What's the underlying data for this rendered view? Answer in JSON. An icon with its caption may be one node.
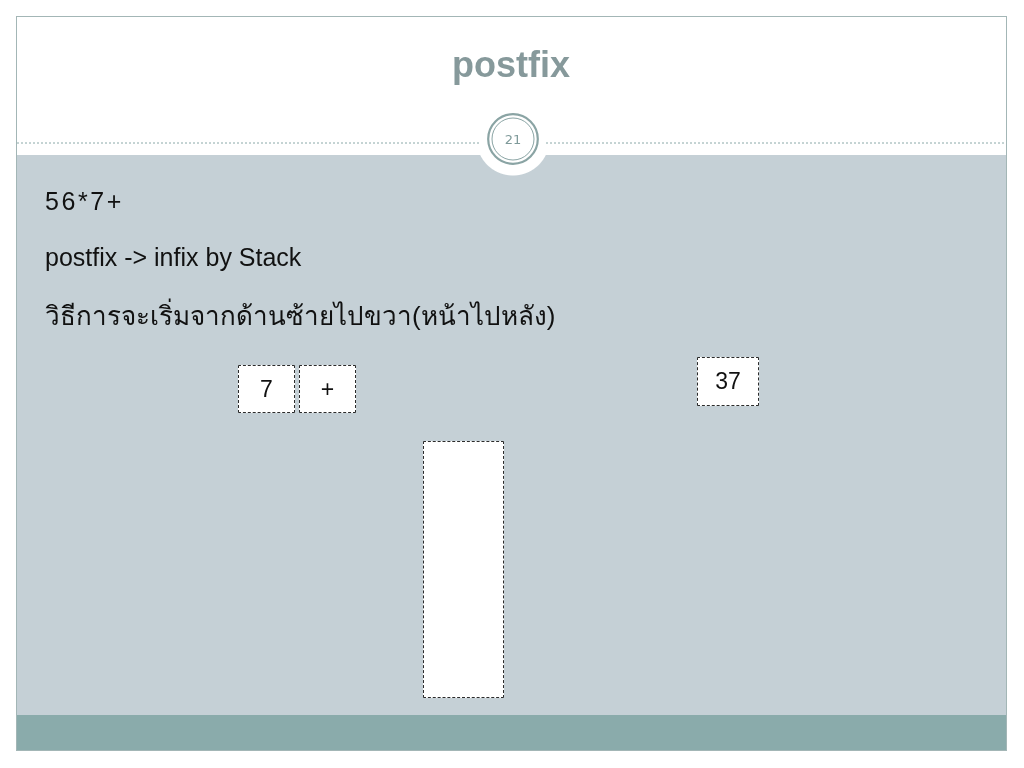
{
  "diagram": {
    "title": "postfix",
    "nodes": [
      {
        "text": [
          "21"
        ]
      },
      {
        "text": [
          "7"
        ]
      },
      {
        "text": [
          "+"
        ]
      },
      {
        "text": [
          "37"
        ]
      },
      {
        "text": [],
        "shape": "box"
      }
    ],
    "labels": [
      "56*7+",
      "postfix -> infix by Stack",
      "วิธีการจะเริ่มจากด้านซ้ายไปขวา(หน้าไปหลัง)"
    ]
  }
}
